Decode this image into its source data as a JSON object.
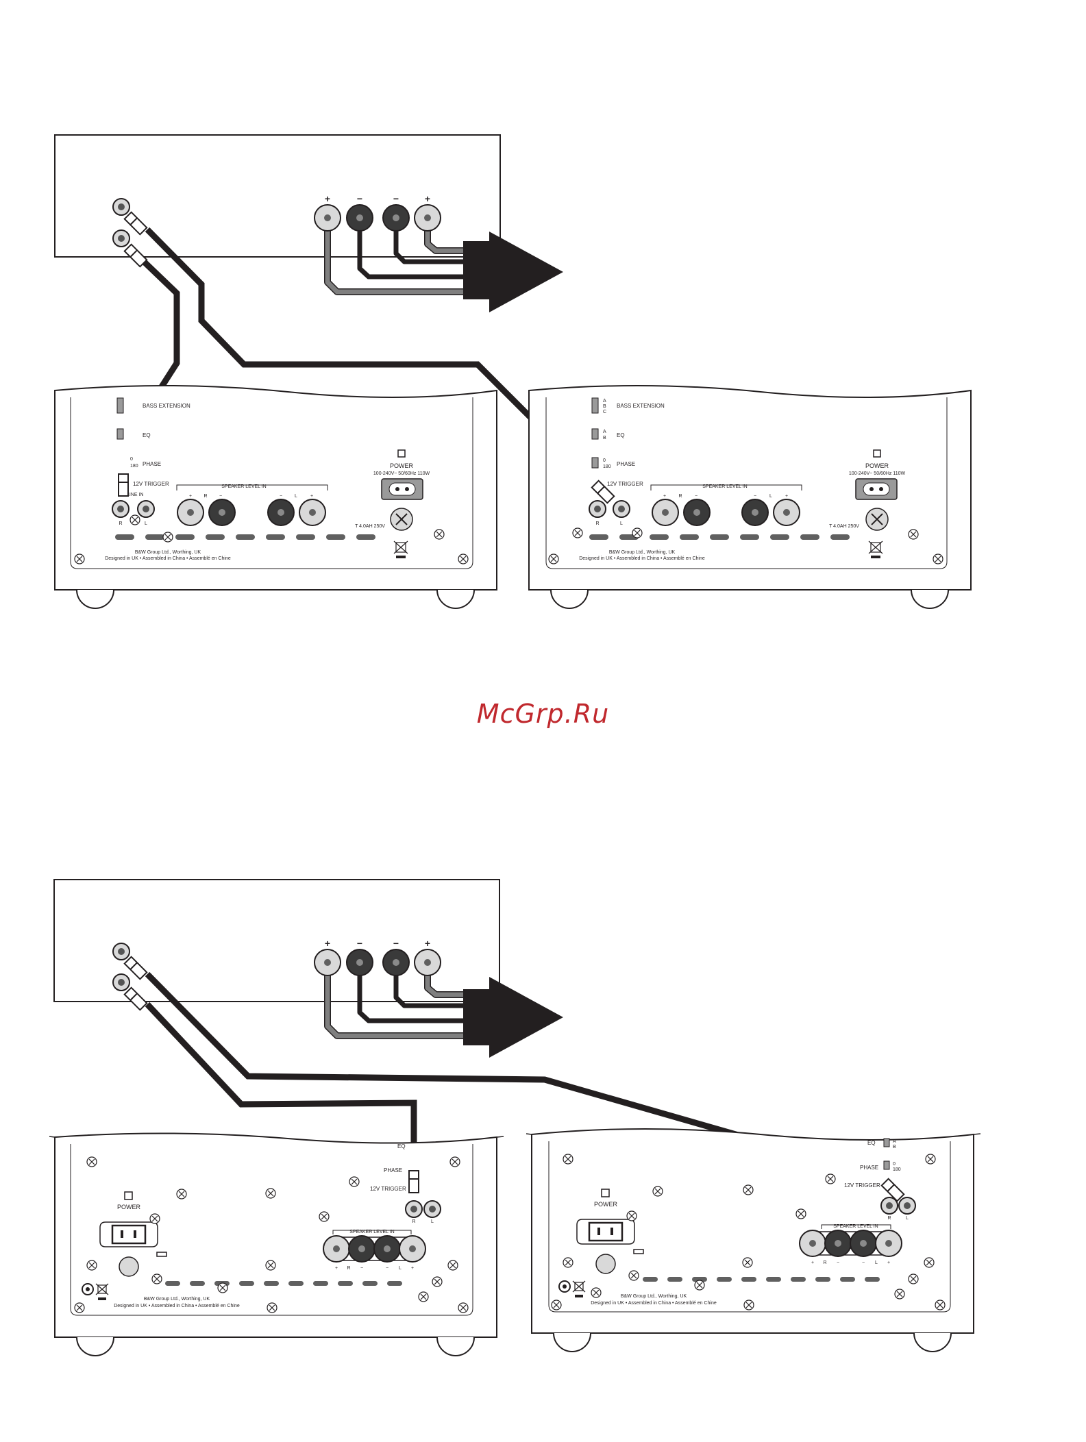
{
  "watermark": "McGrp.Ru",
  "colors": {
    "ink": "#231f20",
    "grey_wire": "#7f7f7f",
    "terminal_light": "#d9d9d9",
    "terminal_dark": "#3a3a3a",
    "watermark": "#c0282d"
  },
  "amplifier": {
    "terminal_polarity": [
      "+",
      "−",
      "−",
      "+"
    ]
  },
  "subwoofer_panel": {
    "bass_extension": "BASS EXTENSION",
    "bass_extension_options": [
      "A",
      "B",
      "C"
    ],
    "eq": "EQ",
    "eq_options": [
      "A",
      "B"
    ],
    "phase": "PHASE",
    "phase_options": [
      "0",
      "180"
    ],
    "trigger": "12V TRIGGER",
    "line_in": "LINE IN",
    "line_in_channels": [
      "R",
      "L"
    ],
    "speaker_level_in": "SPEAKER LEVEL IN",
    "speaker_level_signs_top": [
      "+",
      "R",
      "−",
      "−",
      "L",
      "+"
    ],
    "speaker_level_signs_bottom": [
      "+",
      "R",
      "−",
      "−",
      "L",
      "+"
    ],
    "power": "POWER",
    "power_rating": "100-240V~ 50/60Hz 110W",
    "fuse": "T 4.0AH 250V",
    "footer_line1": "B&W Group Ltd., Worthing, UK",
    "footer_line2": "Designed in UK • Assembled in China • Assemblé en Chine"
  }
}
